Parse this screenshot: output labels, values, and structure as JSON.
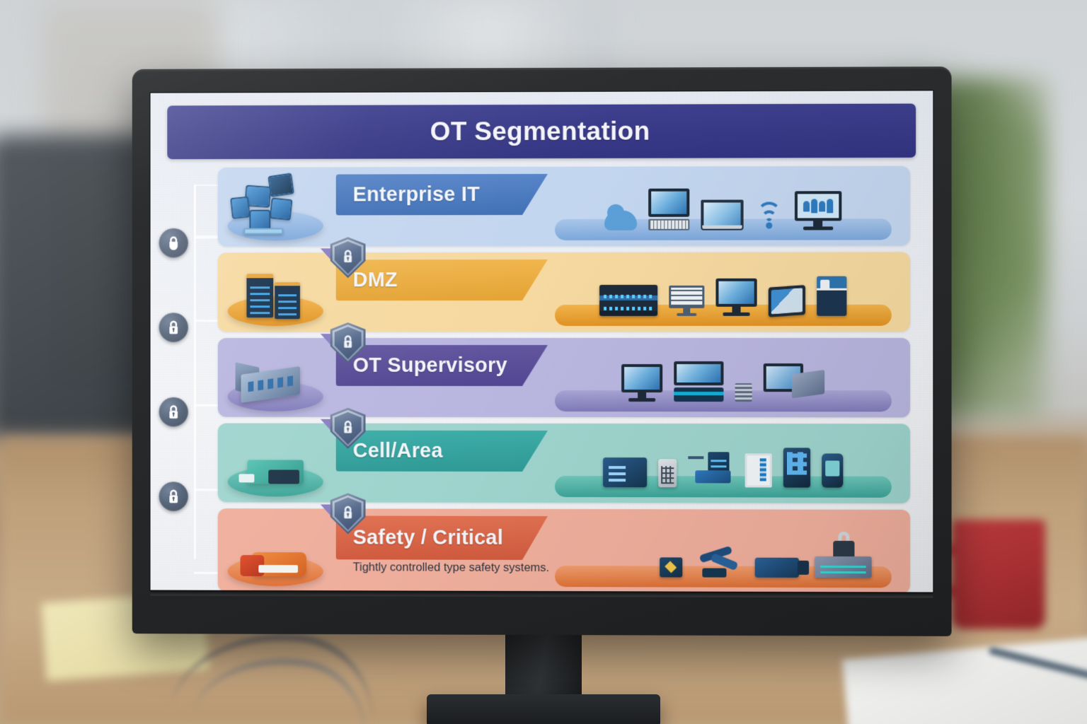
{
  "slide": {
    "title": "OT Segmentation",
    "zones": [
      {
        "label": "Enterprise IT",
        "caption": "",
        "banner_color": "#4a7cc2",
        "tint_color": "#c3d6ef",
        "pad_top": "#a9c6ea",
        "pad_bottom": "#7ba7db",
        "lock_icon": "padlock-icon",
        "shield_icon": "",
        "art_icon": "screen-cluster-icon",
        "devices": [
          "cloud-icon",
          "desktop-monitor-icon",
          "keyboard-icon",
          "laptop-icon",
          "wifi-icon",
          "collaboration-monitor-icon"
        ]
      },
      {
        "label": "DMZ",
        "caption": "",
        "banner_color": "#eeb042",
        "tint_color": "#f6d9a0",
        "pad_top": "#f2b košt",
        "pad_top_color": "#f3b44a",
        "pad_bottom": "#e09223",
        "lock_icon": "padlock-icon",
        "shield_icon": "shield-lock-icon",
        "art_icon": "server-rack-icon",
        "devices": [
          "network-switch-icon",
          "terminal-screen-icon",
          "desktop-monitor-icon",
          "hmi-tablet-icon",
          "server-cabinet-icon"
        ]
      },
      {
        "label": "OT Supervisory",
        "caption": "",
        "banner_color": "#5a4e9c",
        "tint_color": "#b9b6e0",
        "pad_top": "#a9a5d6",
        "pad_bottom": "#7f7ab8",
        "lock_icon": "padlock-icon",
        "shield_icon": "shield-lock-icon",
        "art_icon": "supervisory-server-icon",
        "devices": [
          "scada-monitor-icon",
          "workstation-icon",
          "vent-grille-icon",
          "hmi-console-icon"
        ]
      },
      {
        "label": "Cell/Area",
        "caption": "",
        "banner_color": "#37a3a0",
        "tint_color": "#9ed4cd",
        "pad_top": "#6fc6ba",
        "pad_bottom": "#3ba397",
        "lock_icon": "padlock-icon",
        "shield_icon": "shield-lock-icon",
        "art_icon": "plc-machine-icon",
        "devices": [
          "plc-controller-icon",
          "keypad-icon",
          "sensor-rig-icon",
          "gauge-chart-icon",
          "control-panel-icon",
          "handheld-terminal-icon"
        ]
      },
      {
        "label": "Safety / Critical",
        "caption": "Tightly controlled type safety systems.",
        "banner_color": "#dc6247",
        "tint_color": "#efae9c",
        "pad_top": "#ef9c6d",
        "pad_bottom": "#dd6f35",
        "lock_icon": "padlock-icon",
        "shield_icon": "shield-lock-icon",
        "art_icon": "safety-machine-icon",
        "devices": [
          "safety-relay-icon",
          "robot-arm-icon",
          "safety-scanner-icon",
          "locked-server-icon"
        ]
      }
    ]
  }
}
